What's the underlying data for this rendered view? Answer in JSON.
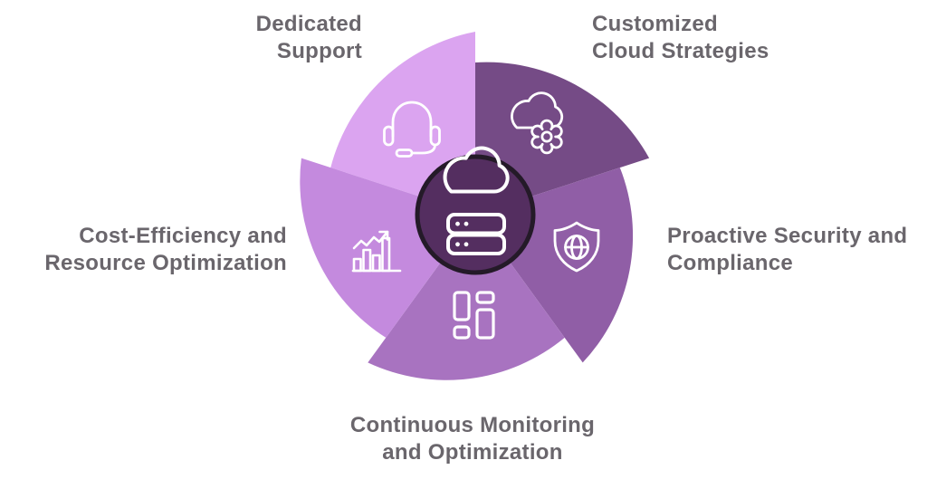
{
  "diagram": {
    "background": "#ffffff",
    "label_color": "#6a666c",
    "center": {
      "icon": "cloud-server-icon",
      "fill": "#542e60",
      "ring": "#241a28",
      "icon_color": "#ffffff"
    },
    "segments": [
      {
        "name": "Dedicated Support",
        "label_line1": "Dedicated",
        "label_line2": "Support",
        "color": "#dba4f0",
        "icon": "headset-icon"
      },
      {
        "name": "Customized Cloud Strategies",
        "label_line1": "Customized",
        "label_line2": "Cloud Strategies",
        "color": "#754b86",
        "icon": "cloud-gear-icon"
      },
      {
        "name": "Proactive Security and Compliance",
        "label_line1": "Proactive Security and",
        "label_line2": "Compliance",
        "color": "#905ea6",
        "icon": "shield-globe-icon"
      },
      {
        "name": "Continuous Monitoring and Optimization",
        "label_line1": "Continuous Monitoring",
        "label_line2": "and Optimization",
        "color": "#a873c0",
        "icon": "dashboard-icon"
      },
      {
        "name": "Cost-Efficiency and Resource Optimization",
        "label_line1": "Cost-Efficiency and",
        "label_line2": "Resource Optimization",
        "color": "#c48ade",
        "icon": "bar-chart-icon"
      }
    ]
  }
}
